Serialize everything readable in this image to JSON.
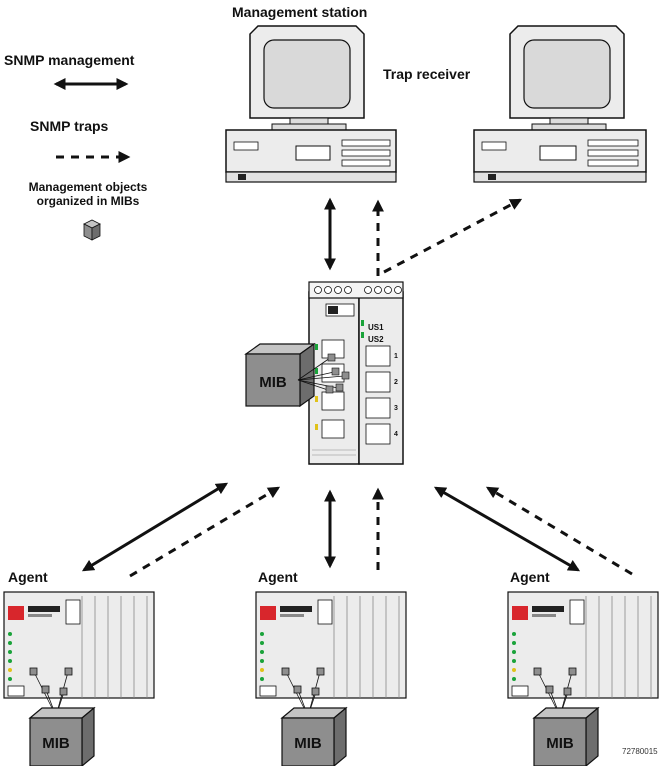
{
  "legend": {
    "snmp_management": "SNMP management",
    "snmp_traps": "SNMP traps",
    "mib_objects_line1": "Management objects",
    "mib_objects_line2": "organized in MIBs"
  },
  "labels": {
    "management_station": "Management station",
    "trap_receiver": "Trap receiver",
    "agent": "Agent",
    "mib": "MIB",
    "switch_us1": "US1",
    "switch_us2": "US2",
    "switch_port_1": "1",
    "switch_port_2": "2",
    "switch_port_3": "3",
    "switch_port_4": "4",
    "figure_number": "72780015"
  },
  "colors": {
    "stroke": "#111111",
    "device_fill": "#ececec",
    "screen": "#d9d9d9",
    "cube_front": "#8e8e8e",
    "cube_top": "#c4c4c4",
    "cube_side": "#6d6d6d",
    "led_green": "#1aa33a",
    "led_yellow": "#e0c21a",
    "brand_red": "#d8262c"
  }
}
